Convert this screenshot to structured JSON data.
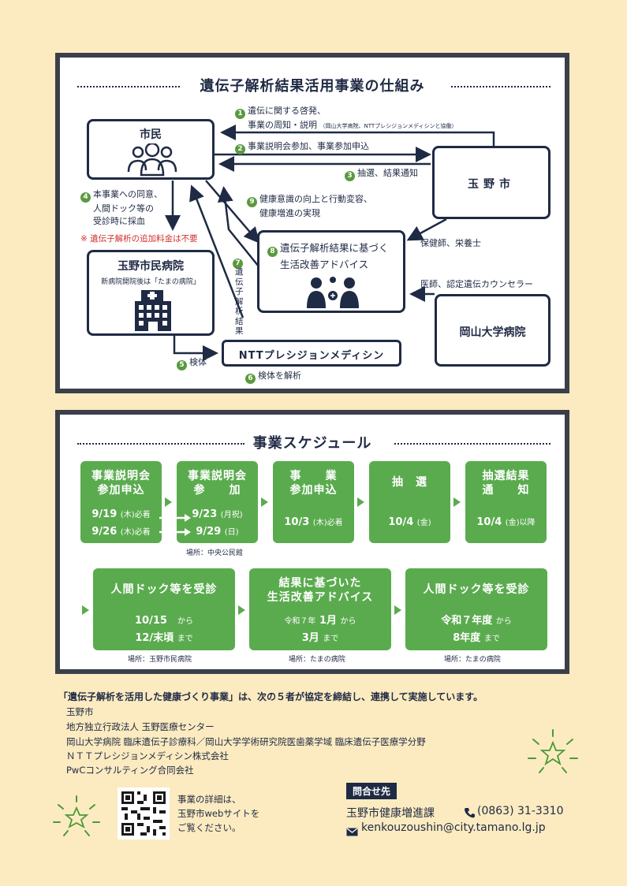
{
  "panel1": {
    "title": "遺伝子解析結果活用事業の仕組み",
    "citizen": "市民",
    "city": "玉野市",
    "hospital_name": "玉野市民病院",
    "hospital_sub": "新病院開院後は「たまの病院」",
    "ntt": "NTTプレシジョンメディシン",
    "okayama": "岡山大学病院",
    "advice_box_line1": "遺伝子解析結果に基づく",
    "advice_box_line2": "生活改善アドバイス",
    "step1_line1": "遺伝に関する啓発、",
    "step1_line2": "事業の周知・説明",
    "step1_note": "（岡山大学病院、NTTプレシジョンメディシンと協働）",
    "step2": "事業説明会参加、事業参加申込",
    "step3": "抽選、結果通知",
    "step4_line1": "本事業への同意、",
    "step4_line2": "人間ドック等の",
    "step4_line3": "受診時に採血",
    "step4_note": "※ 遺伝子解析の追加料金は不要",
    "step5": "検体",
    "step6": "検体を解析",
    "step7": "遺伝子解析結果",
    "step9_line1": "健康意識の向上と行動変容、",
    "step9_line2": "健康増進の実現",
    "hokenshi": "保健師、栄養士",
    "ishi": "医師、認定遺伝カウンセラー",
    "n1": "1",
    "n2": "2",
    "n3": "3",
    "n4": "4",
    "n5": "5",
    "n6": "6",
    "n7": "7",
    "n8": "8",
    "n9": "9"
  },
  "panel2": {
    "title": "事業スケジュール",
    "row1": [
      {
        "t1": "事業説明会",
        "t2": "参加申込",
        "v1": "9/19",
        "v1s": "(木)必着",
        "v2": "9/26",
        "v2s": "(木)必着"
      },
      {
        "t1": "事業説明会",
        "t2": "参　　加",
        "v1": "9/23",
        "v1s": "(月祝)",
        "v2": "9/29",
        "v2s": "(日)"
      },
      {
        "t1": "事　　業",
        "t2": "参加申込",
        "v1": "10/3",
        "v1s": "(木)必着"
      },
      {
        "t1": "抽　選",
        "v1": "10/4",
        "v1s": "(金)"
      },
      {
        "t1": "抽選結果",
        "t2": "通　　知",
        "v1": "10/4",
        "v1s": "(金)以降"
      }
    ],
    "place1": "場所：中央公民館",
    "row2": [
      {
        "t1": "人間ドック等を受診",
        "a": "10/15",
        "as": "から",
        "b": "12/末頃",
        "bs": "まで",
        "place": "場所：玉野市民病院"
      },
      {
        "t1": "結果に基づいた",
        "t2": "生活改善アドバイス",
        "pre": "令和７年",
        "a": "1月",
        "as": "から",
        "b": "3月",
        "bs": "まで",
        "place": "場所：たまの病院"
      },
      {
        "t1": "人間ドック等を受診",
        "a": "令和７年度",
        "as": "から",
        "b": "8年度",
        "bs": "まで",
        "place": "場所：たまの病院"
      }
    ]
  },
  "footer": {
    "headline": "「遺伝子解析を活用した健康づくり事業」は、次の５者が協定を締結し、連携して実施しています。",
    "orgs": [
      "玉野市",
      "地方独立行政法人 玉野医療センター",
      "岡山大学病院 臨床遺伝子診療科／岡山大学学術研究院医歯薬学域 臨床遺伝子医療学分野",
      "ＮＴＴプレシジョンメディシン株式会社",
      "PwCコンサルティング合同会社"
    ],
    "qr_text": [
      "事業の詳細は、",
      "玉野市webサイトを",
      "ご覧ください。"
    ],
    "contact_title": "問合せ先",
    "dept": "玉野市健康増進課",
    "phone": "(0863) 31-3310",
    "email": "kenkouzoushin@city.tamano.lg.jp"
  }
}
